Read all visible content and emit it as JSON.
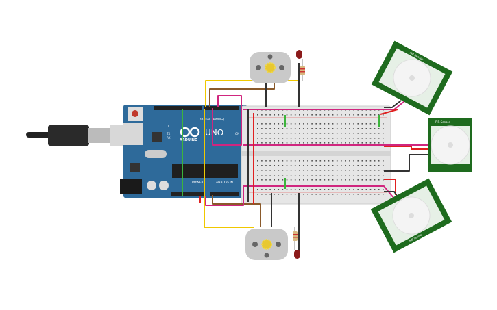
{
  "arduino": {
    "brand": "ARDUINO",
    "model": "UNO",
    "digital_label": "DIGITAL (PWM~)",
    "power_label": "POWER",
    "analog_label": "ANALOG IN",
    "led_labels": [
      "L",
      "TX",
      "RX",
      "ON"
    ],
    "board_color": "#2e6a9a"
  },
  "pir_sensors": [
    {
      "label": "PIR Sensor"
    },
    {
      "label": "PIR Sensor"
    },
    {
      "label": "PIR Sensor"
    }
  ],
  "components": {
    "motors": 2,
    "leds": 2,
    "resistors": 2,
    "breadboard": 1
  },
  "wire_colors": {
    "power": "#e02020",
    "ground": "#333333",
    "signal_pir": "#d0267f",
    "signal_motor": "#f0c800",
    "signal_motor2": "#8a5a2b",
    "green": "#3cb43c"
  }
}
